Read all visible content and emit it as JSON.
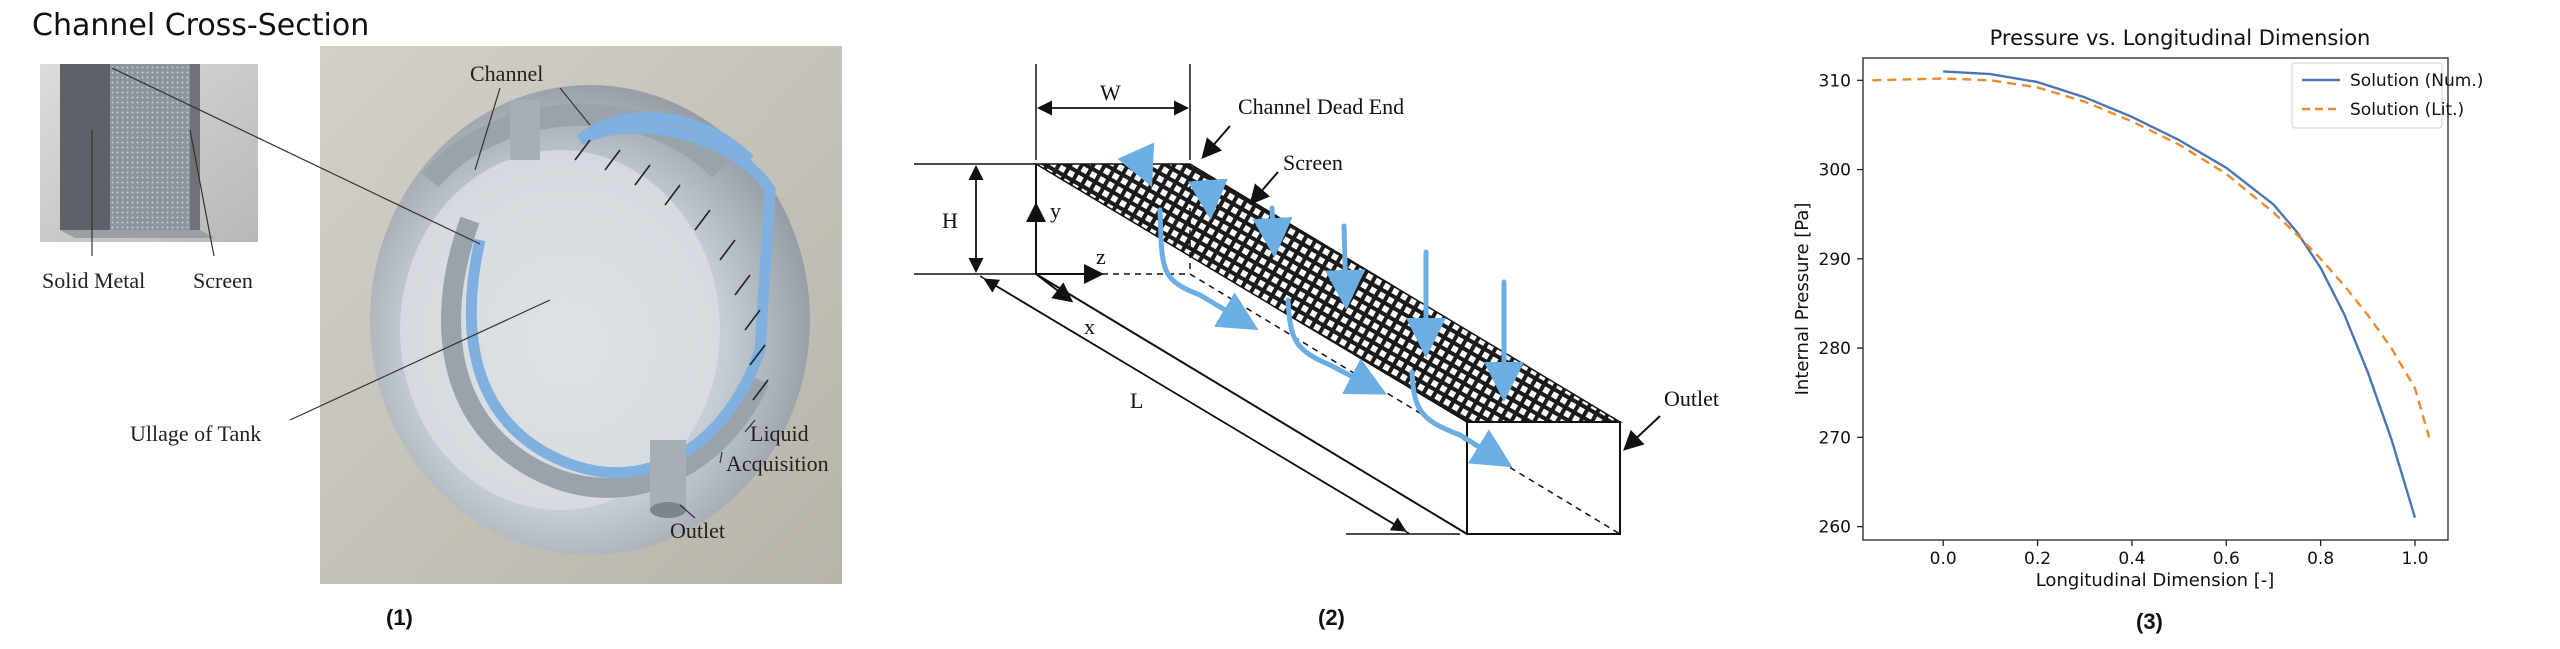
{
  "figure_title": "Channel Cross-Section",
  "panel1": {
    "label": "(1)",
    "callouts": {
      "channel": "Channel",
      "solid_metal": "Solid Metal",
      "screen": "Screen",
      "ullage": "Ullage of Tank",
      "liquid": "Liquid",
      "acquisition": "Acquisition",
      "outlet": "Outlet"
    }
  },
  "panel2": {
    "label": "(2)",
    "labels": {
      "w": "W",
      "h": "H",
      "l": "L",
      "x": "x",
      "y": "y",
      "z": "z",
      "dead_end": "Channel Dead End",
      "screen": "Screen",
      "outlet": "Outlet"
    }
  },
  "panel3": {
    "label": "(3)"
  },
  "colors": {
    "flow_arrow": "#6aaee3",
    "num_series": "#4a77b4",
    "lit_series": "#ef8b2c",
    "channel_blue": "#7fb0e0"
  },
  "chart_data": {
    "type": "line",
    "title": "Pressure vs. Longitudinal Dimension",
    "xlabel": "Longitudinal Dimension [-]",
    "ylabel": "Internal Pressure [Pa]",
    "xlim": [
      -0.17,
      1.07
    ],
    "ylim": [
      258.5,
      312.5
    ],
    "xticks": [
      "0.0",
      "0.2",
      "0.4",
      "0.6",
      "0.8",
      "1.0"
    ],
    "yticks": [
      "260",
      "270",
      "280",
      "290",
      "300",
      "310"
    ],
    "legend_position": "top-right",
    "grid": false,
    "series": [
      {
        "name": "Solution (Num.)",
        "style": "solid",
        "x": [
          0.0,
          0.1,
          0.2,
          0.3,
          0.4,
          0.5,
          0.6,
          0.7,
          0.75,
          0.8,
          0.85,
          0.9,
          0.95,
          1.0
        ],
        "y": [
          311.0,
          310.7,
          309.8,
          308.1,
          305.9,
          303.3,
          300.2,
          296.1,
          293.0,
          289.0,
          283.8,
          277.3,
          269.8,
          261.0
        ]
      },
      {
        "name": "Solution (Lit.)",
        "style": "dashed",
        "x": [
          -0.15,
          0.0,
          0.1,
          0.2,
          0.3,
          0.4,
          0.5,
          0.6,
          0.7,
          0.75,
          0.8,
          0.85,
          0.9,
          0.95,
          1.0,
          1.03
        ],
        "y": [
          310.0,
          310.2,
          310.0,
          309.2,
          307.6,
          305.4,
          302.8,
          299.5,
          295.2,
          292.7,
          290.0,
          287.0,
          283.7,
          280.0,
          275.5,
          270.0
        ]
      }
    ]
  }
}
